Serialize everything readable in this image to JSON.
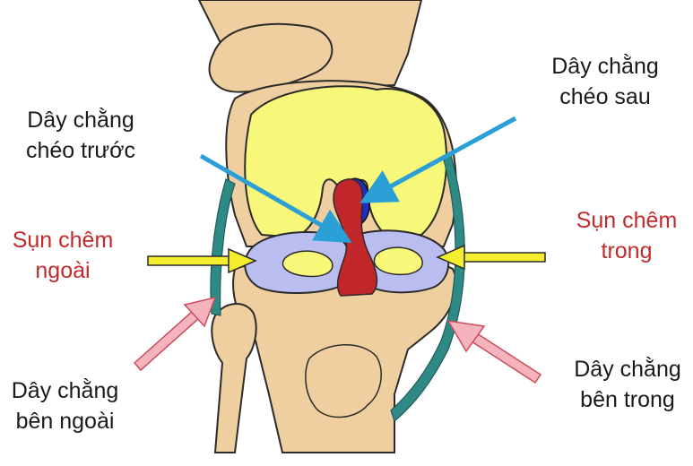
{
  "diagram": {
    "labels": {
      "acl": {
        "line1": "Dây chằng",
        "line2": "chéo trước"
      },
      "pcl": {
        "line1": "Dây chằng",
        "line2": "chéo sau"
      },
      "lateral_meniscus": {
        "line1": "Sụn chêm",
        "line2": "ngoài"
      },
      "medial_meniscus": {
        "line1": "Sụn chêm",
        "line2": "trong"
      },
      "lcl": {
        "line1": "Dây chằng",
        "line2": "bên ngoài"
      },
      "mcl": {
        "line1": "Dây chằng",
        "line2": "bên trong"
      }
    },
    "colors": {
      "bone": "#efcf9f",
      "bone_outline": "#2b2b2b",
      "cartilage": "#f7f77a",
      "meniscus": "#b9bdf0",
      "acl": "#c0262a",
      "pcl": "#1d2fc4",
      "collateral_ligament": "#2f8a86",
      "arrow_blue": "#2aa0d6",
      "arrow_yellow": "#f4ee2e",
      "arrow_pink": "#f5b3bd",
      "text_black": "#1a1a1a",
      "text_red": "#c22a2a"
    }
  }
}
